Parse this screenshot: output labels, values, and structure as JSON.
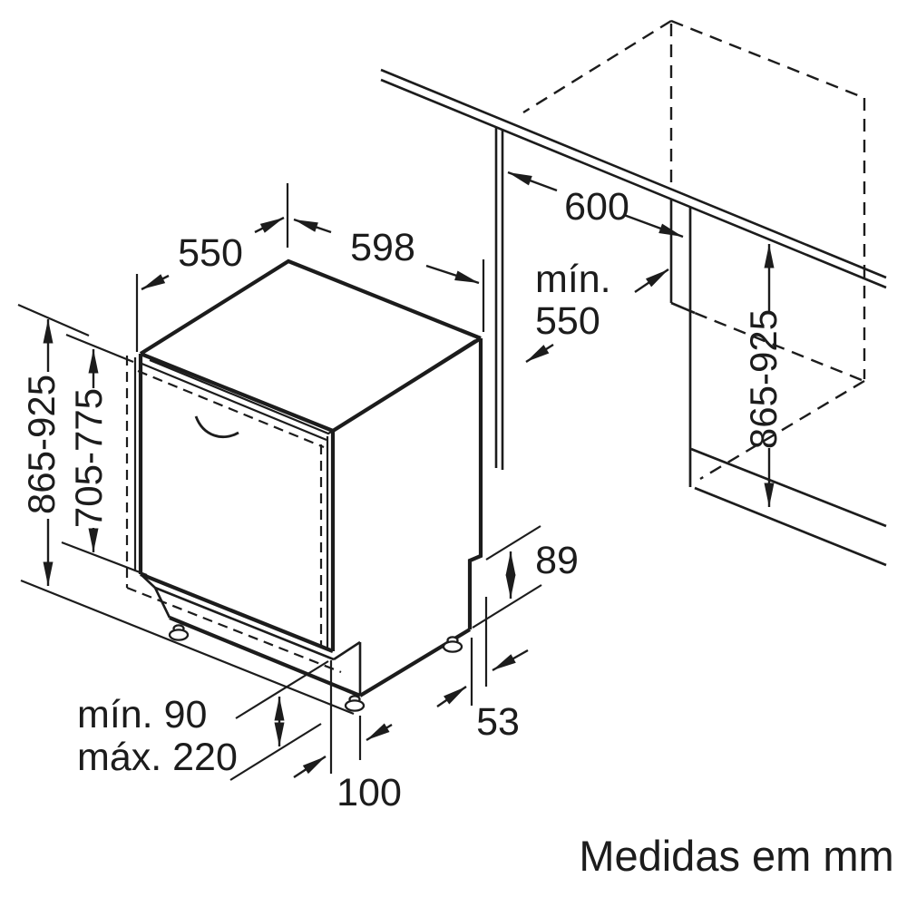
{
  "diagram": {
    "units_note": "Medidas em mm",
    "dimensions": {
      "top_depth": "550",
      "top_width": "598",
      "niche_width": "600",
      "niche_depth_line1": "mín.",
      "niche_depth_line2": "550",
      "height_left": "865-925",
      "door_panel_height": "705-775",
      "height_right": "865-925",
      "base_height": "89",
      "base_setback": "53",
      "rear_foot_offset": "100",
      "toe_kick_line1": "mín. 90",
      "toe_kick_line2": "máx. 220"
    },
    "colors": {
      "line": "#1c1c1c",
      "background": "#ffffff"
    }
  }
}
